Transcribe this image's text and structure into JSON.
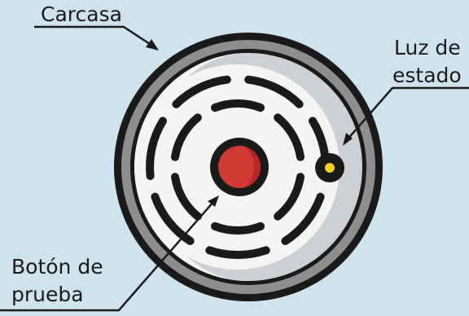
{
  "labels": {
    "housing": "Carcasa",
    "status_light_line1": "Luz de",
    "status_light_line2": "estado",
    "test_button_line1": "Botón de",
    "test_button_line2": "prueba"
  },
  "colors": {
    "background": "#cfe3ef",
    "outline": "#1a1a1a",
    "housing_ring": "#8e8e8e",
    "face": "#f4f4f4",
    "face_shade": "#cdd0d3",
    "button": "#d23a34",
    "light": "#f4d020"
  },
  "icons": {
    "detector": "smoke-detector-icon",
    "test_button": "test-button-icon",
    "status_light": "status-light-icon"
  }
}
